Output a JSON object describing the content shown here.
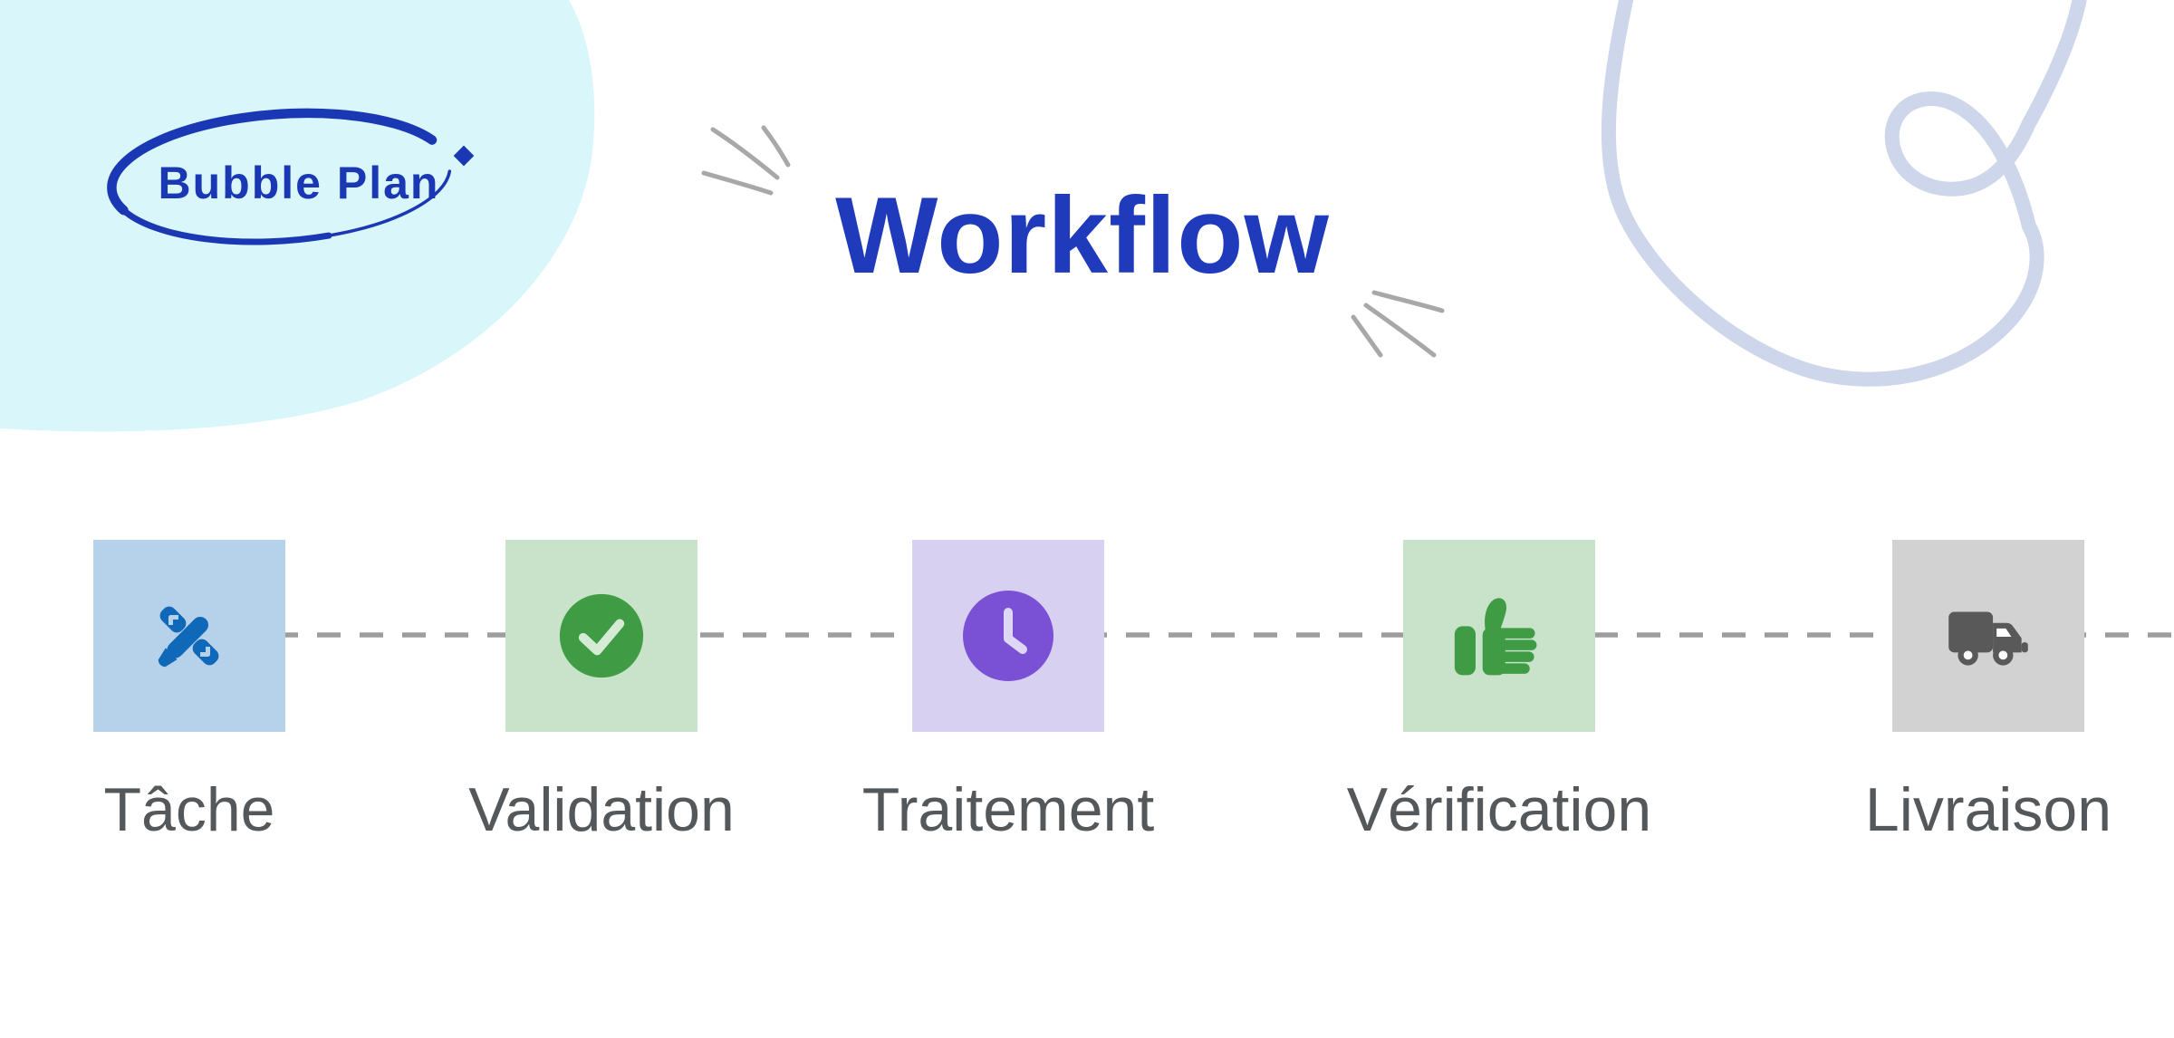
{
  "logo": {
    "text": "Bubble Plan"
  },
  "title": "Workflow",
  "steps": [
    {
      "label": "Tâche",
      "icon": "pen-ruler-icon",
      "tile_color": "#b5d2ea",
      "icon_color": "#0f68b8"
    },
    {
      "label": "Validation",
      "icon": "check-circle-icon",
      "tile_color": "#c8e3c9",
      "icon_color": "#3f9c45"
    },
    {
      "label": "Traitement",
      "icon": "clock-icon",
      "tile_color": "#d8d0f1",
      "icon_color": "#7a50d5"
    },
    {
      "label": "Vérification",
      "icon": "thumbs-up-icon",
      "tile_color": "#c8e3c9",
      "icon_color": "#3f9c45"
    },
    {
      "label": "Livraison",
      "icon": "truck-icon",
      "tile_color": "#d2d2d2",
      "icon_color": "#595959"
    }
  ],
  "colors": {
    "title_blue": "#1f3aba",
    "logo_blue": "#1b38b4",
    "label_gray": "#54585b",
    "connector_gray": "#9d9d9d",
    "accent_mark_gray": "#a8a8a8",
    "blob_cyan": "#d9f6fa",
    "swirl_periwinkle": "#cdd6ea",
    "background": "#ffffff"
  }
}
